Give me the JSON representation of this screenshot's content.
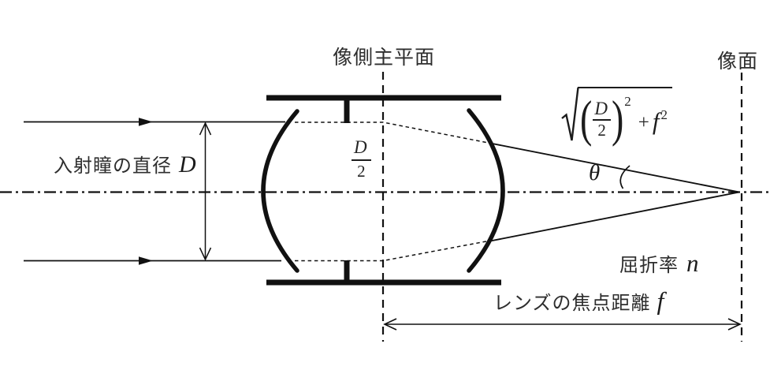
{
  "colors": {
    "background": "#ffffff",
    "line": "#111111",
    "text": "#2e2e2e"
  },
  "labels": {
    "principal_plane": "像側主平面",
    "image_plane": "像面",
    "entrance_pupil_text": "入射瞳の直径",
    "entrance_pupil_symbol": "D",
    "half_diameter": {
      "numerator": "D",
      "denominator": "2"
    },
    "hypotenuse_formula": {
      "open_paren": "(",
      "numerator": "D",
      "denominator": "2",
      "close_paren": ")",
      "outer_exponent": "2",
      "plus": "+",
      "f_symbol": "f",
      "f_exponent": "2"
    },
    "theta_symbol": "θ",
    "refractive_index_text": "屈折率",
    "refractive_index_symbol": "n",
    "focal_length_text": "レンズの焦点距離",
    "focal_length_symbol": "f"
  }
}
